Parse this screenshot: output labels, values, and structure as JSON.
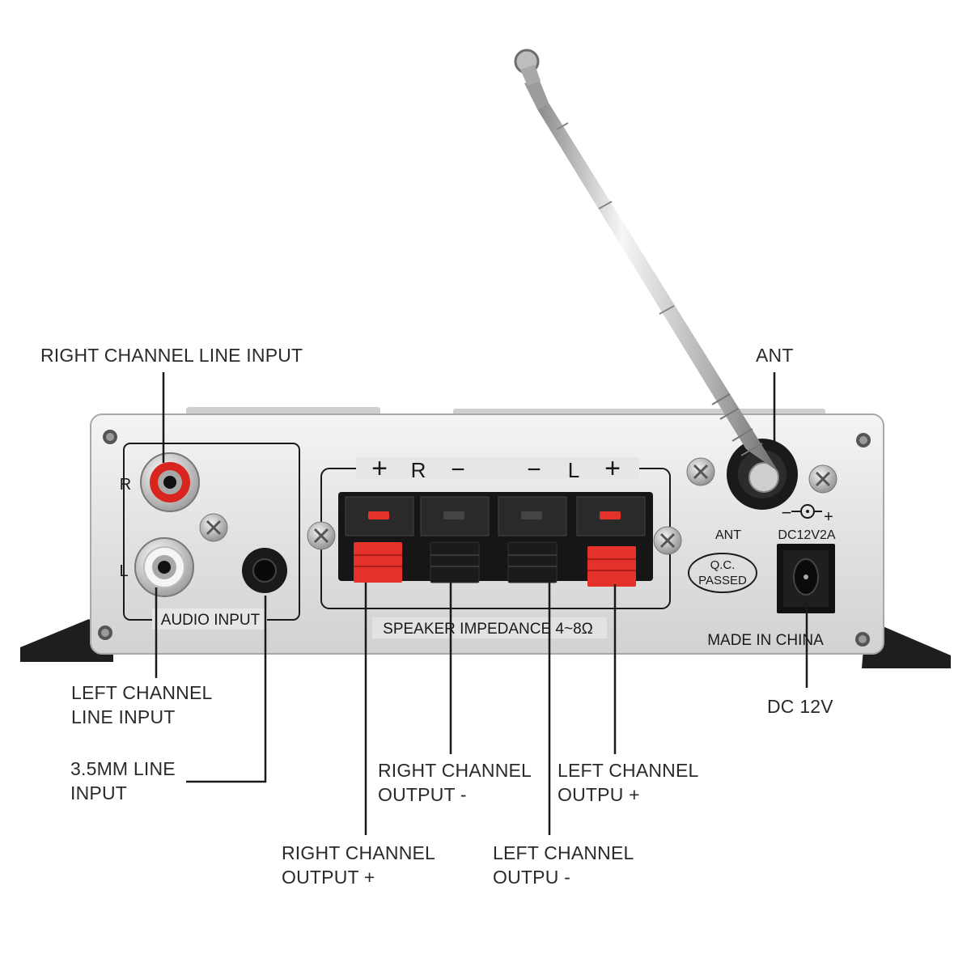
{
  "callouts": {
    "right_line_input": "RIGHT CHANNEL LINE INPUT",
    "left_line_input_1": "LEFT CHANNEL",
    "left_line_input_2": "LINE INPUT",
    "mini_input_1": "3.5MM LINE",
    "mini_input_2": "INPUT",
    "right_out_minus_1": "RIGHT CHANNEL",
    "right_out_minus_2": "OUTPUT -",
    "left_out_plus_1": "LEFT CHANNEL",
    "left_out_plus_2": "OUTPU +",
    "right_out_plus_1": "RIGHT CHANNEL",
    "right_out_plus_2": "OUTPUT +",
    "left_out_minus_1": "LEFT CHANNEL",
    "left_out_minus_2": "OUTPU -",
    "ant": "ANT",
    "dc": "DC 12V"
  },
  "panel": {
    "r_mark": "R",
    "l_mark": "L",
    "audio_input": "AUDIO INPUT",
    "terminal_header": {
      "plus_r": "+",
      "r": "R",
      "minus_r": "−",
      "minus_l": "−",
      "l": "L",
      "plus_l": "+"
    },
    "speaker_impedance": "SPEAKER IMPEDANCE 4~8Ω",
    "ant_label": "ANT",
    "qc_line1": "Q.C.",
    "qc_line2": "PASSED",
    "dc_rating": "DC12V2A",
    "dc_minus": "−",
    "dc_plus": "+",
    "made_in": "MADE IN CHINA"
  },
  "colors": {
    "panel": "#e6e6e6",
    "rca_red": "#d8261e",
    "tab_red": "#e3322a",
    "tab_black": "#1b1b1b",
    "text": "#2a2a2a"
  }
}
